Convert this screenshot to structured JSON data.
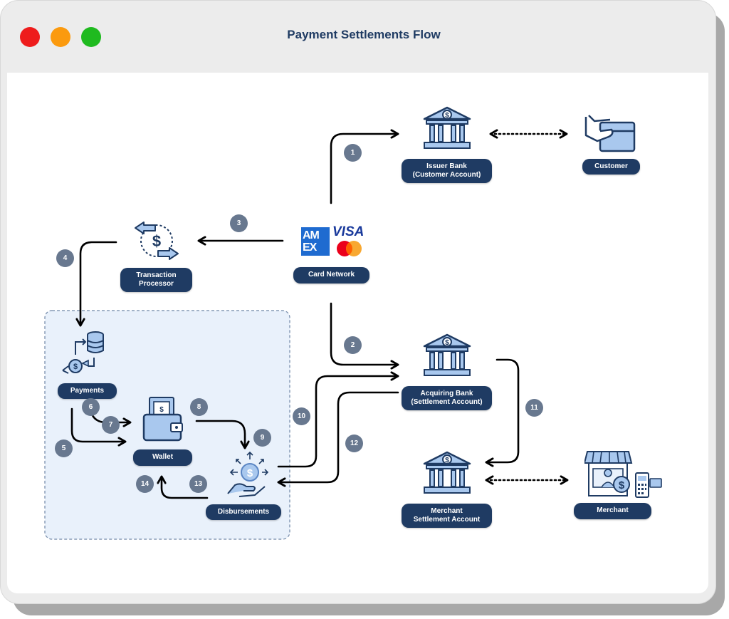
{
  "window": {
    "title": "Payment Settlements Flow",
    "controls": [
      "close",
      "minimize",
      "maximize"
    ]
  },
  "colors": {
    "navy": "#1f3b63",
    "badge": "#68788f",
    "icon_blue": "#a9c8ee",
    "group_fill": "#e9f1fb",
    "close": "#ee1c1c",
    "minimize": "#fb9a0e",
    "maximize": "#1fba1f",
    "amex": "#1f6bd0",
    "visa": "#1a3a9c"
  },
  "nodes": {
    "issuer_bank": {
      "label": "Issuer Bank\n(Customer Account)",
      "icon": "bank-icon"
    },
    "customer": {
      "label": "Customer",
      "icon": "card-in-hand-icon"
    },
    "card_network": {
      "label": "Card Network",
      "icon": "card-brands-icon"
    },
    "transaction_processor": {
      "label": "Transaction\nProcessor",
      "icon": "dollar-exchange-icon"
    },
    "payments": {
      "label": "Payments",
      "icon": "database-exchange-icon"
    },
    "wallet": {
      "label": "Wallet",
      "icon": "wallet-icon"
    },
    "disbursements": {
      "label": "Disbursements",
      "icon": "hand-coin-icon"
    },
    "acquiring_bank": {
      "label": "Acquiring Bank\n(Settlement Account)",
      "icon": "bank-icon"
    },
    "merchant_settlement": {
      "label": "Merchant\nSettlement Account",
      "icon": "bank-icon"
    },
    "merchant": {
      "label": "Merchant",
      "icon": "storefront-icon"
    }
  },
  "brands": {
    "amex_top": "AM",
    "amex_bottom": "EX",
    "visa": "VISA"
  },
  "steps": [
    "1",
    "2",
    "3",
    "4",
    "5",
    "6",
    "7",
    "8",
    "9",
    "10",
    "11",
    "12",
    "13",
    "14"
  ],
  "edges": [
    {
      "step": "1",
      "from": "card_network",
      "to": "issuer_bank"
    },
    {
      "step": "2",
      "from": "card_network",
      "to": "acquiring_bank"
    },
    {
      "step": "3",
      "from": "card_network",
      "to": "transaction_processor"
    },
    {
      "step": "4",
      "from": "transaction_processor",
      "to": "payments"
    },
    {
      "step": "5",
      "from": "payments",
      "to": "wallet"
    },
    {
      "step": "6",
      "from": "payments",
      "to": "wallet"
    },
    {
      "step": "7",
      "from": "payments",
      "to": "wallet"
    },
    {
      "step": "8",
      "from": "wallet",
      "to": "disbursements"
    },
    {
      "step": "9",
      "from": "wallet",
      "to": "disbursements"
    },
    {
      "step": "10",
      "from": "disbursements",
      "to": "acquiring_bank"
    },
    {
      "step": "11",
      "from": "acquiring_bank",
      "to": "merchant_settlement"
    },
    {
      "step": "12",
      "from": "acquiring_bank",
      "to": "disbursements"
    },
    {
      "step": "13",
      "from": "disbursements",
      "to": "wallet"
    },
    {
      "step": "14",
      "from": "disbursements",
      "to": "wallet"
    },
    {
      "from": "issuer_bank",
      "to": "customer",
      "style": "dotted-bidirectional"
    },
    {
      "from": "merchant_settlement",
      "to": "merchant",
      "style": "dotted-bidirectional"
    }
  ]
}
